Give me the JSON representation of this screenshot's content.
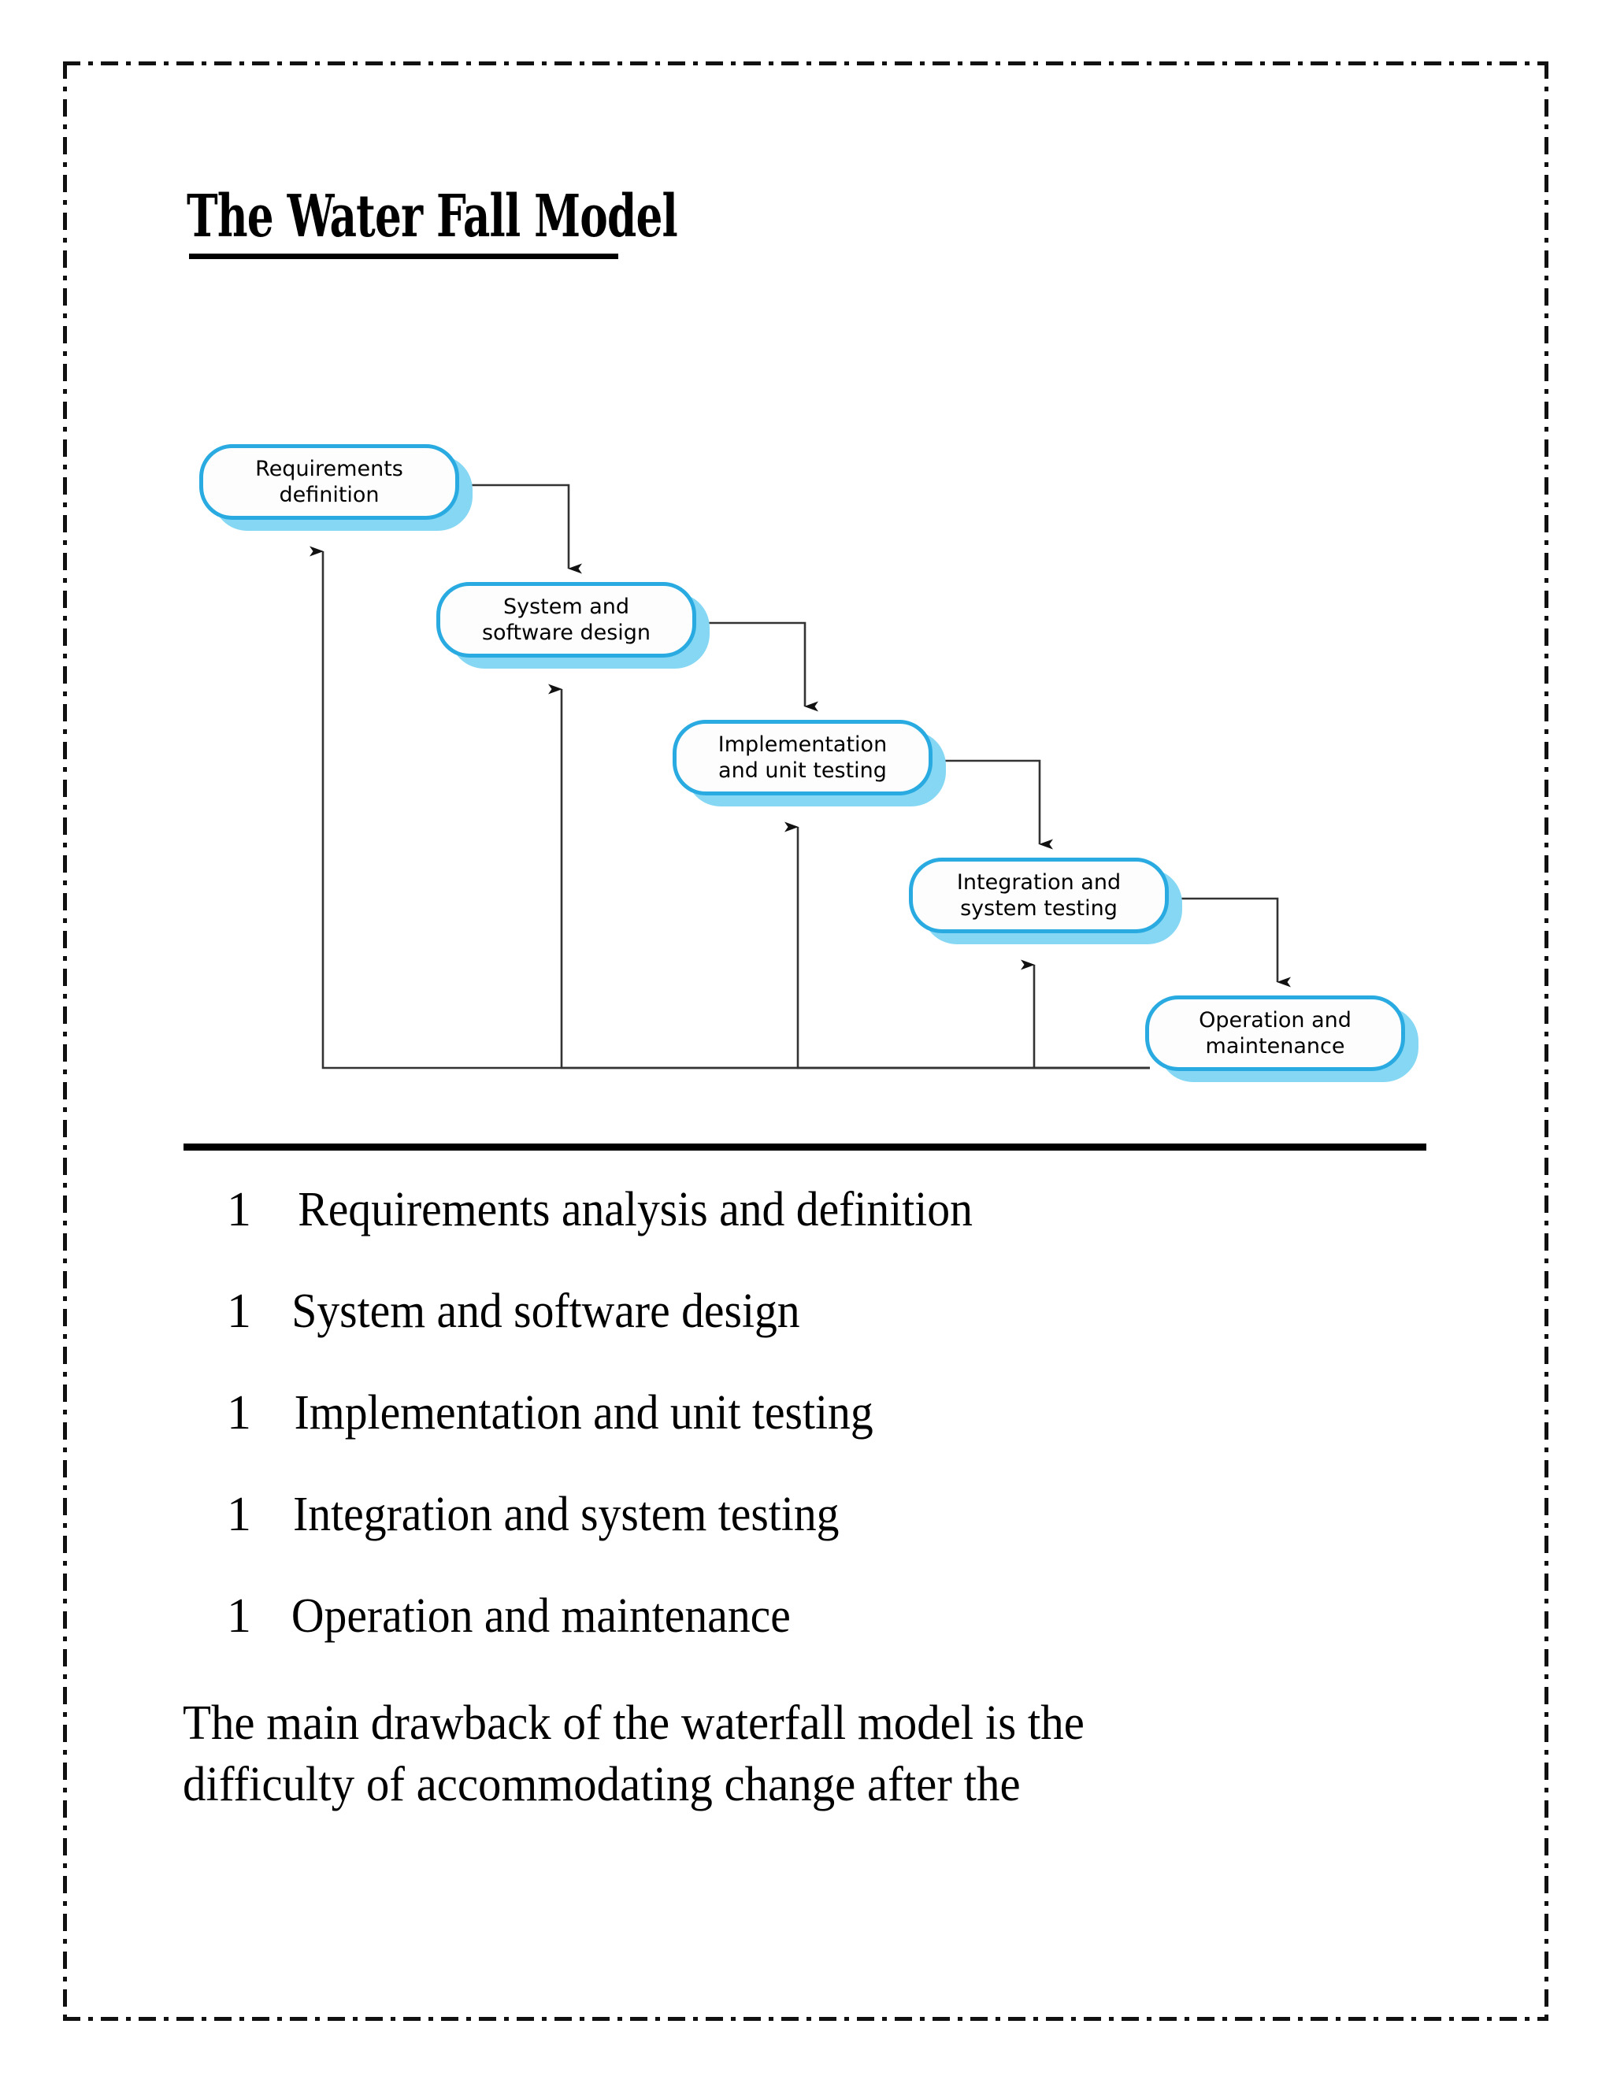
{
  "document": {
    "title": "The Water Fall Model",
    "border_style": "dash-dot"
  },
  "diagram": {
    "name": "waterfall-model-stages",
    "accent_color": "#29ABE2",
    "shadow_color": "#85D7F3",
    "line_color": "#333333",
    "stages": [
      {
        "id": "requirements-definition",
        "label": "Requirements\ndefinition"
      },
      {
        "id": "system-and-software-design",
        "label": "System and\nsoftware design"
      },
      {
        "id": "implementation-and-unit-testing",
        "label": "Implementation\nand unit testing"
      },
      {
        "id": "integration-and-system-testing",
        "label": "Integration and\nsystem testing"
      },
      {
        "id": "operation-and-maintenance",
        "label": "Operation and\nmaintenance"
      }
    ]
  },
  "list": {
    "bullet_glyph": "1",
    "items": [
      "Requirements analysis and definition",
      "System and software design",
      "Implementation and unit testing",
      "Integration and system testing",
      "Operation and maintenance"
    ]
  },
  "paragraph": {
    "lines": [
      "The main drawback of the waterfall model is the",
      "difficulty of accommodating change after the"
    ]
  }
}
